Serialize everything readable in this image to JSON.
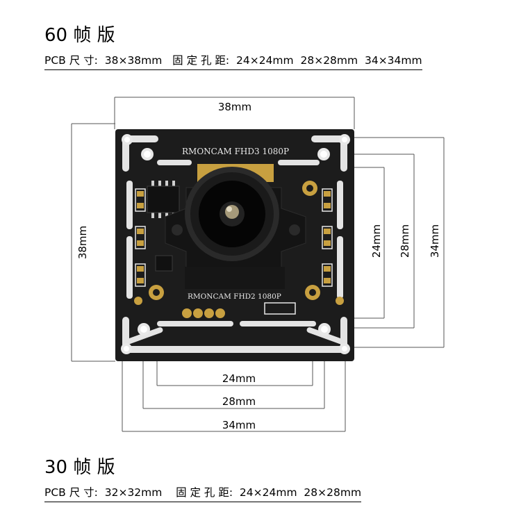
{
  "version_60": {
    "title": "60 帧 版",
    "spec": "PCB 尺 寸:  38×38mm   固 定 孔 距:  24×24mm  28×28mm  34×34mm"
  },
  "version_30": {
    "title": "30 帧 版",
    "spec": "PCB 尺 寸:  32×32mm    固 定 孔 距:  24×24mm  28×28mm"
  },
  "board": {
    "silkscreen_top": "RMONCAM  FHD3  1080P",
    "silkscreen_bottom": "RMONCAM FHD2  1080P"
  },
  "dimensions": {
    "top_width": "38mm",
    "left_height": "38mm",
    "right_24": "24mm",
    "right_28": "28mm",
    "right_34": "34mm",
    "bottom_24": "24mm",
    "bottom_28": "28mm",
    "bottom_34": "34mm"
  },
  "colors": {
    "pcb": "#1c1c1c",
    "slot": "#e4e4e4",
    "pad_gold": "#c8a040",
    "lens": "#2a2a2a"
  }
}
